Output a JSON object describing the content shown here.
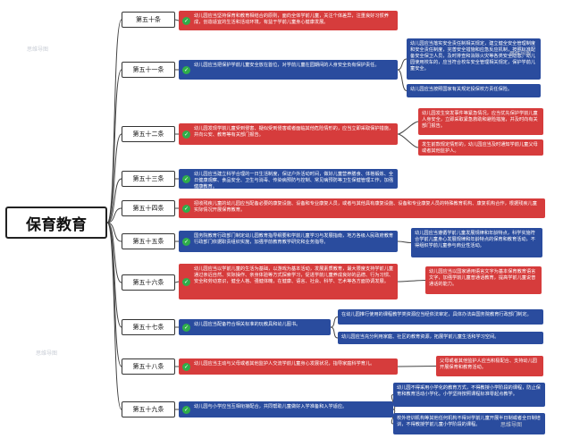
{
  "root": {
    "title": "保育教育"
  },
  "articles": [
    {
      "label": "第五十条",
      "color": "red",
      "text": "幼儿园应当坚持保育和教育相结合的原则，面向全体学前儿童，关注个体差异，注重良好习惯养成，创造适宜的生活和活动环境，有益于学前儿童身心健康发展。",
      "subs": []
    },
    {
      "label": "第五十一条",
      "color": "blue",
      "text": "幼儿园应当把保护学前儿童安全放在首位，对学前儿童在园期间的人身安全负有保护责任。",
      "subs": [
        {
          "color": "blue",
          "text": "幼儿园应当落实安全责任制相关规定，建立健全安全管理制度和安全责任制度，完善安全措施和应急反应机制，按照标准配备安全保卫人员，及时排查和消除火灾等各类安全隐患。幼儿园使用校车的，应当符合校车安全管理相关规定，保护学前儿童安全。"
        },
        {
          "color": "blue",
          "text": "幼儿园应当按照国家有关规定投保校方责任保险。"
        }
      ]
    },
    {
      "label": "第五十二条",
      "color": "red",
      "text": "幼儿园发现学前儿童受到侵害、疑似受到侵害或者面临其他危险情形的，应当立即采取保护措施，并向公安、教育等有关部门报告。",
      "subs": [
        {
          "color": "red",
          "text": "幼儿园发生突发事件等紧急情况，应当优先保护学前儿童人身安全，立即采取紧急救助和避险措施，并及时向有关部门报告。"
        },
        {
          "color": "red",
          "text": "发生前款规定情形的，幼儿园应当及时通知学前儿童父母或者其他监护人。"
        }
      ]
    },
    {
      "label": "第五十三条",
      "color": "blue",
      "text": "幼儿园应当建立科学合理的一日生活制度，保证户外活动时间，做好儿童营养膳食、体格锻炼、全日健康观察、食品安全、卫生与消毒、传染病预防与控制、常见病预防等卫生保健管理工作，加强健康教育。",
      "subs": []
    },
    {
      "label": "第五十四条",
      "color": "red",
      "text": "招收残疾儿童的幼儿园应当配备必要的康复设施、设备和专业康复人员，或者与其他具有康复设施、设备和专业康复人员的特殊教育机构、康复机构合作，根据残疾儿童实际情况开展保育教育。",
      "subs": []
    },
    {
      "label": "第五十五条",
      "color": "blue",
      "text": "国务院教育行政部门制定幼儿园教育指导纲要和学前儿童学习与发展指南，地方各级人民政府教育行政部门依据职责组织实施，加强学前教育教学研究和业务指导。",
      "subs": [
        {
          "color": "blue",
          "text": "幼儿园应当遵循学前儿童发展规律和年龄特点，科学实施符合学前儿童身心发展规律和年龄特点的保育和教育活动，不得组织学前儿童参与商业性活动。"
        }
      ]
    },
    {
      "label": "第五十六条",
      "color": "red",
      "text": "幼儿园应当以学前儿童的生活为基础，以游戏为基本活动，发展素质教育，最大限度支持学前儿童通过亲近自然、实际操作、亲身体验等方式探索学习，促进学前儿童养成良好的品德、行为习惯、安全和劳动意识，健全人格、强健体魄，在健康、语言、社会、科学、艺术等各方面协调发展。",
      "subs": [
        {
          "color": "red",
          "text": "幼儿园应当以国家通用语言文字为基本保育教育语言文字，加强学前儿童普通话教育，提高学前儿童说普通话的能力。"
        }
      ]
    },
    {
      "label": "第五十七条",
      "color": "blue",
      "text": "幼儿园应当配备符合相关标准的玩教具和幼儿图书。",
      "subs": [
        {
          "color": "blue",
          "text": "在幼儿园推行使用的课程教学类资源应当经依法审定，具体办法由国务院教育行政部门制定。"
        },
        {
          "color": "blue",
          "text": "幼儿园应当充分利用家庭、社区的教育资源，拓展学前儿童生活和学习空间。"
        }
      ]
    },
    {
      "label": "第五十八条",
      "color": "red",
      "text": "幼儿园应当主动与父母或者其他监护人交流学前儿童身心发展状况，指导家庭科学育儿。",
      "subs": [
        {
          "color": "red",
          "text": "父母或者其他监护人应当积极配合、支持幼儿园开展保育和教育活动。"
        }
      ]
    },
    {
      "label": "第五十九条",
      "color": "blue",
      "text": "幼儿园与小学应当互相衔接配合，共同帮助儿童做好入学准备和入学适应。",
      "subs": [
        {
          "color": "blue",
          "text": "幼儿园不得采用小学化的教育方式，不得教授小学阶段的课程，防止保育和教育活动小学化。小学坚持按照课程标准零起点教学。"
        },
        {
          "color": "blue",
          "text": "校外培训机构等其他任何机构不得对学前儿童开展半日制或者全日制培训，不得教授学前儿童小学阶段的课程。"
        }
      ]
    }
  ],
  "watermarks": [
    "思维导图",
    "思维导图",
    "思维导图",
    "思维导图"
  ]
}
